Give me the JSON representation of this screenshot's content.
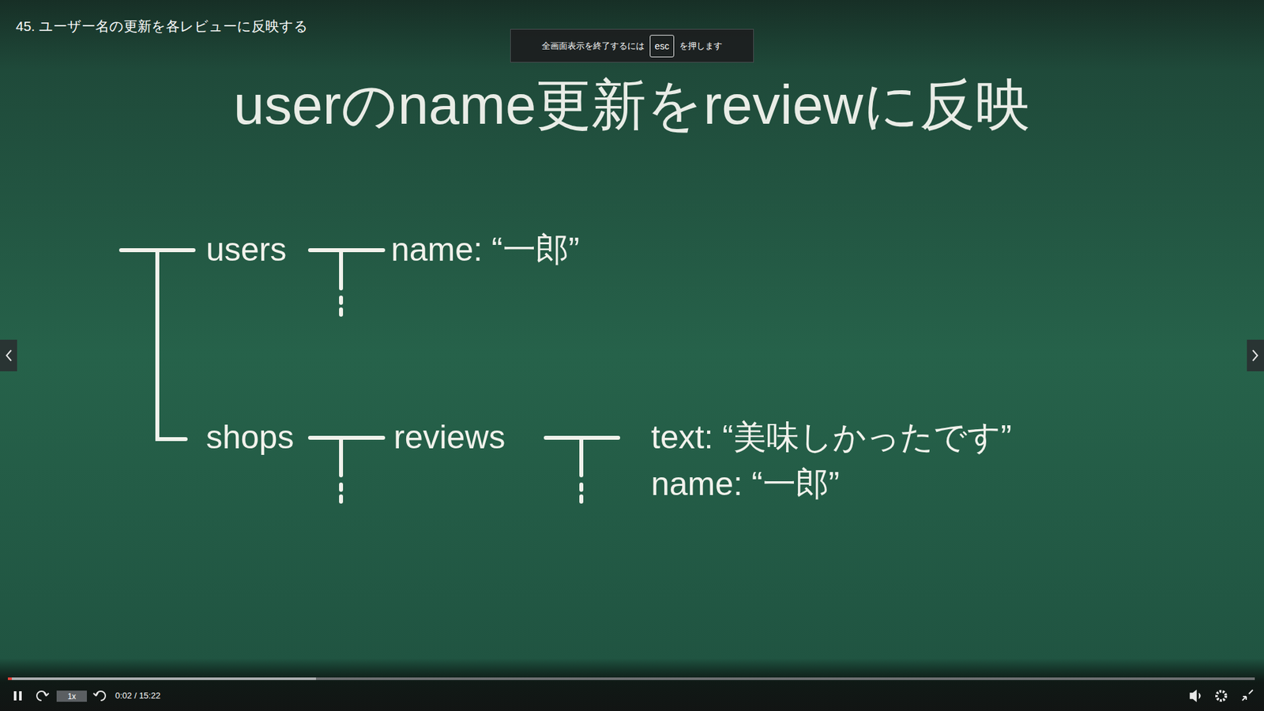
{
  "diagram": {
    "title": "userのname更新をreviewに反映",
    "nodes": [
      {
        "text": [
          "全画面表示を終了するには",
          "を押します"
        ]
      },
      {
        "text": [
          "esc"
        ],
        "in": 0
      },
      {
        "text": [
          "1x"
        ]
      }
    ],
    "labels": [
      "45. ユーザー名の更新を各レビューに反映する",
      "users",
      "name: “一郎”",
      "shops",
      "reviews",
      "text: “美味しかったです”",
      "name: “一郎”",
      "0:02 / 15:22"
    ]
  }
}
